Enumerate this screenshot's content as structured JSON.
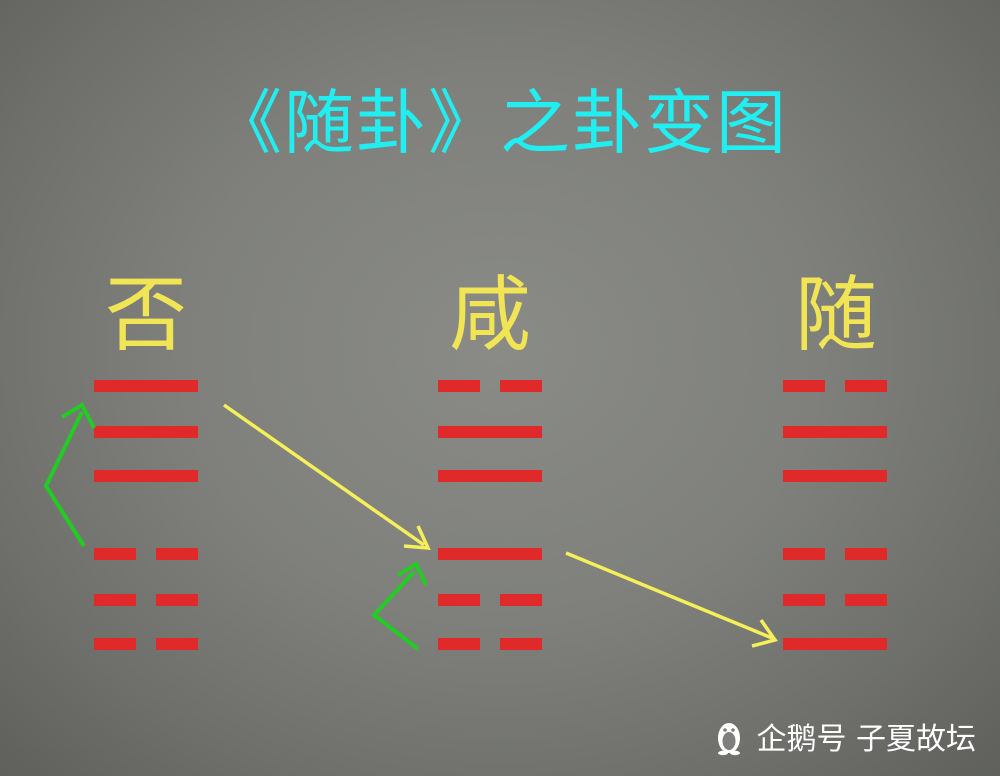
{
  "title": "《随卦》之卦变图",
  "hexagrams": [
    {
      "name": "否",
      "lines": [
        "yang",
        "yang",
        "yang",
        "yin",
        "yin",
        "yin"
      ]
    },
    {
      "name": "咸",
      "lines": [
        "yin",
        "yang",
        "yang",
        "yang",
        "yin",
        "yin"
      ]
    },
    {
      "name": "随",
      "lines": [
        "yin",
        "yang",
        "yang",
        "yin",
        "yin",
        "yang"
      ]
    }
  ],
  "colors": {
    "title": "#21eef0",
    "name": "#f1e455",
    "line": "#e02a2a",
    "transform_arrow": "#f5f05a",
    "swap_arrow": "#22cc22"
  },
  "watermark": {
    "logo_icon": "penguin-icon",
    "text": "企鹅号 子夏故坛"
  }
}
